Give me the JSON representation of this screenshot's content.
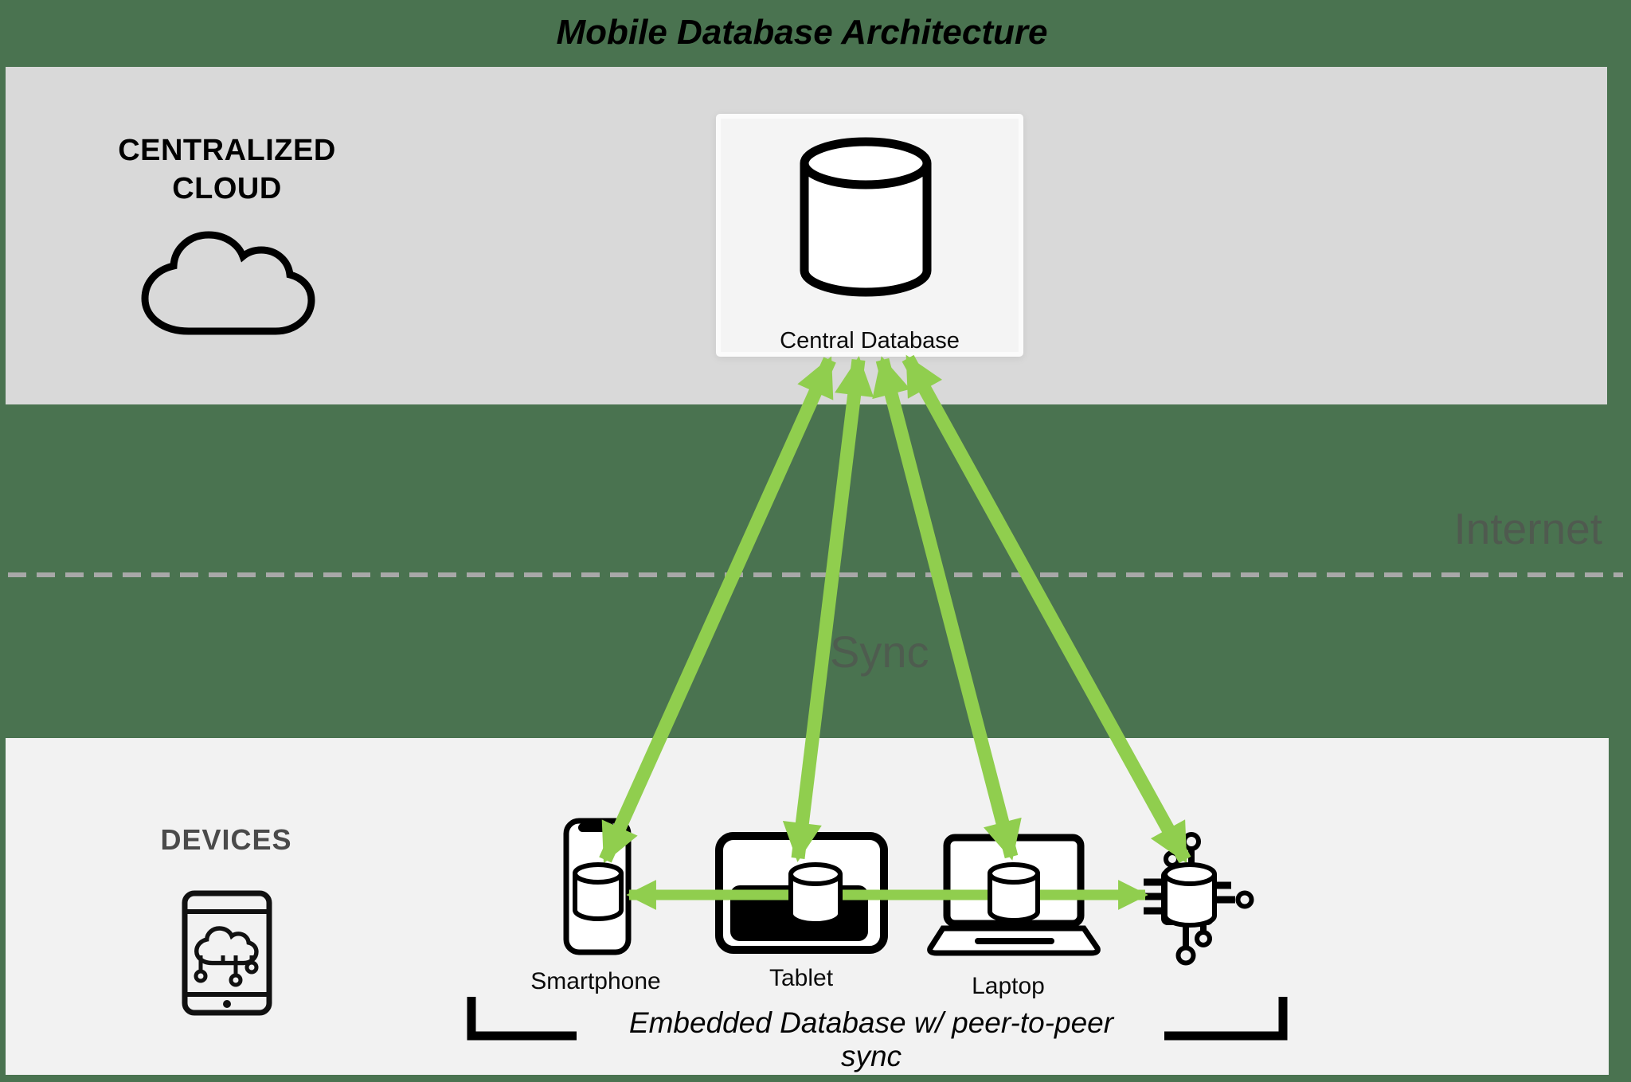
{
  "title": "Mobile Database Architecture",
  "colors": {
    "page_bg": "#4A7350",
    "top_band": "#D9D9D9",
    "bottom_band": "#F2F2F2",
    "card_bg": "#F4F4F4",
    "arrow_green": "#90CE4E",
    "dash_gray": "#A8A8A8",
    "muted_label": "#50564F",
    "devices_label": "#4A4A4A",
    "ink": "#000000"
  },
  "centralized_cloud": {
    "label": "CENTRALIZED CLOUD",
    "icon": "cloud-icon",
    "central_database": {
      "label": "Central Database",
      "icon": "database-cylinder-icon"
    }
  },
  "network_layer": {
    "internet_label": "Internet",
    "sync_label": "Sync",
    "divider_icon": "dashed-line"
  },
  "devices_zone": {
    "label": "DEVICES",
    "icon": "tablet-cloud-circuit-icon",
    "devices": [
      {
        "label": "Smartphone",
        "icon": "smartphone-database-icon"
      },
      {
        "label": "Tablet",
        "icon": "tablet-database-icon"
      },
      {
        "label": "Laptop",
        "icon": "laptop-database-icon"
      },
      {
        "icon": "iot-chip-database-icon"
      }
    ],
    "bracket_label": "Embedded Database w/ peer-to-peer sync"
  }
}
